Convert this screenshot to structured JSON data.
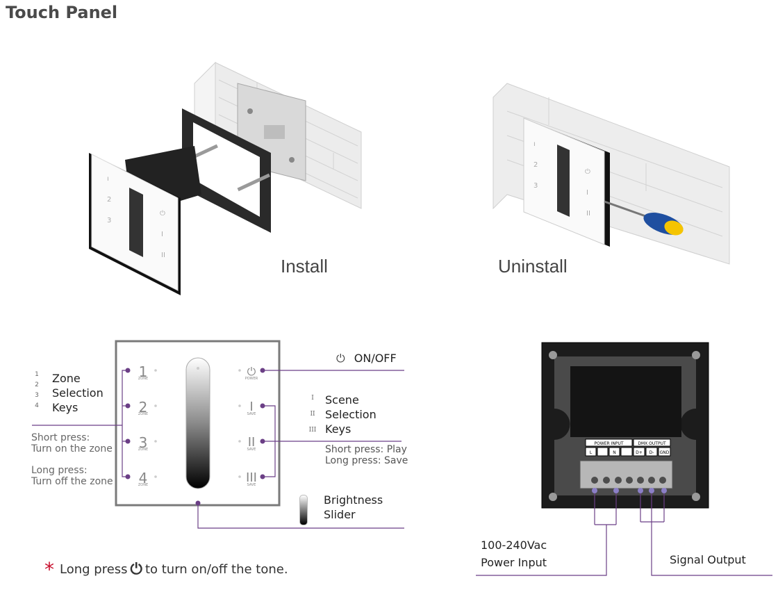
{
  "page": {
    "title": "Touch Panel"
  },
  "illustrations": {
    "install_label": "Install",
    "uninstall_label": "Uninstall"
  },
  "panel": {
    "zone_keys": [
      "1",
      "2",
      "3",
      "4"
    ],
    "zone_key_caption": "ZONE",
    "power_caption": "POWER",
    "scene_keys": [
      "I",
      "II",
      "III"
    ],
    "scene_key_caption": "SAVE"
  },
  "callouts": {
    "on_off": "ON/OFF",
    "zone_icons": [
      "1",
      "2",
      "3",
      "4"
    ],
    "zone_selection": [
      "Zone",
      "Selection",
      "Keys"
    ],
    "zone_short_press": [
      "Short press:",
      "Turn on the zone"
    ],
    "zone_long_press": [
      "Long press:",
      "Turn off the zone"
    ],
    "scene_icons": [
      "I",
      "II",
      "III"
    ],
    "scene_selection": [
      "Scene",
      "Selection",
      "Keys"
    ],
    "scene_press": [
      "Short press: Play",
      "Long press: Save"
    ],
    "brightness_slider": [
      "Brightness",
      "Slider"
    ]
  },
  "footnote": {
    "star": "*",
    "before": "Long press",
    "after": "to turn on/off the tone."
  },
  "back_panel": {
    "power_input_header": "POWER INPUT",
    "power_terminals": [
      "L",
      "N"
    ],
    "dmx_output_header": "DMX OUTPUT",
    "dmx_terminals": [
      "D+",
      "D-",
      "GND"
    ],
    "power_input_label": [
      "100-240Vac",
      "Power Input"
    ],
    "signal_output_label": "Signal Output"
  },
  "colors": {
    "accent": "#6b3f86",
    "star": "#c8102e",
    "frame": "#7a7a7a",
    "panel_dark": "#1c1c1c"
  }
}
